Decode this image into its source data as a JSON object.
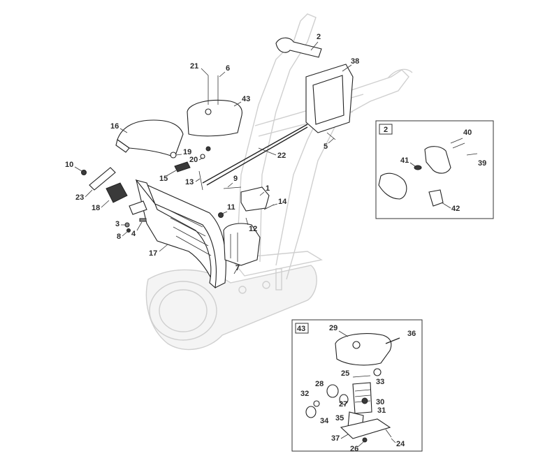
{
  "callouts": {
    "c1": "1",
    "c2": "2",
    "c3": "3",
    "c4": "4",
    "c5": "5",
    "c6": "6",
    "c7": "7",
    "c8": "8",
    "c9": "9",
    "c10": "10",
    "c11": "11",
    "c12": "12",
    "c13": "13",
    "c14": "14",
    "c15": "15",
    "c16": "16",
    "c17": "17",
    "c18": "18",
    "c19": "19",
    "c20": "20",
    "c21": "21",
    "c22": "22",
    "c23": "23",
    "c24": "24",
    "c25": "25",
    "c26": "26",
    "c27": "27",
    "c28": "28",
    "c29": "29",
    "c30": "30",
    "c31": "31",
    "c32": "32",
    "c33": "33",
    "c34": "34",
    "c35": "35",
    "c36": "36",
    "c37": "37",
    "c38": "38",
    "c39": "39",
    "c40": "40",
    "c41": "41",
    "c42": "42",
    "c43": "43"
  },
  "insets": {
    "inset_2_tag": "2",
    "inset_43_tag": "43"
  },
  "colors": {
    "line": "#222222",
    "ghost_machine": "#cfcfcf",
    "background": "#ffffff"
  }
}
